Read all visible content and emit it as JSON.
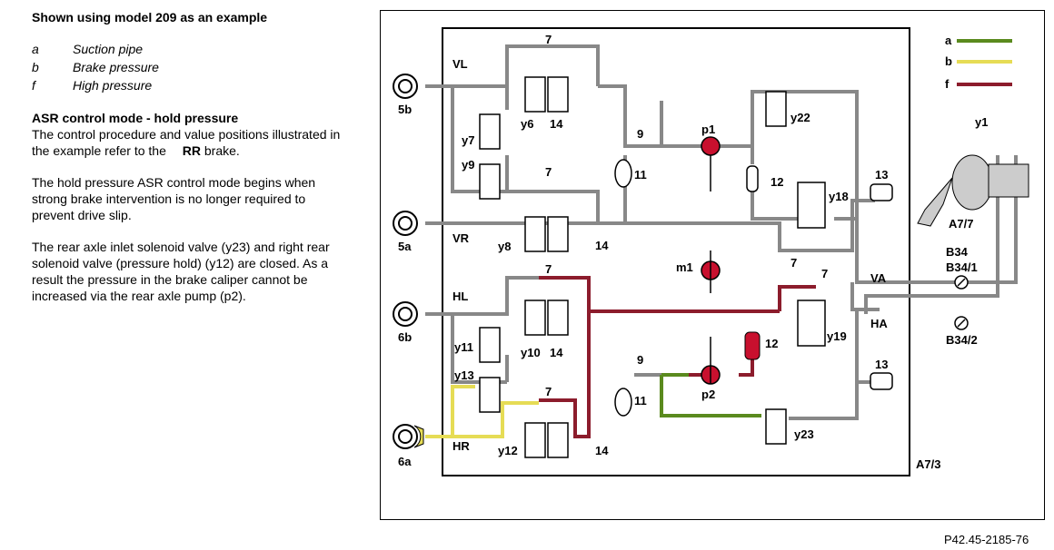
{
  "text": {
    "title": "Shown using model 209 as an example",
    "legend": [
      {
        "key": "a",
        "label": "Suction pipe"
      },
      {
        "key": "b",
        "label": "Brake pressure"
      },
      {
        "key": "f",
        "label": "High pressure"
      }
    ],
    "section_title": "ASR control mode - hold pressure",
    "para1": "The control procedure and value positions illustrated in the example refer to the",
    "para1_bold": "RR",
    "para1_end": "brake.",
    "para2": "The hold pressure ASR control mode begins when strong brake intervention is no longer required to prevent drive slip.",
    "para3": "The rear axle inlet solenoid valve (y23) and right rear solenoid valve (pressure hold) (y12) are closed. As a result the pressure in the brake caliper cannot be increased via the rear axle pump (p2)."
  },
  "diagram": {
    "legend_keys": [
      "a",
      "b",
      "f"
    ],
    "legend_colors": {
      "a": "#5a8a1e",
      "b": "#e6dc55",
      "f": "#8c1c2c"
    },
    "labels": {
      "vl": "VL",
      "vr": "VR",
      "hl": "HL",
      "hr": "HR",
      "va": "VA",
      "ha": "HA",
      "w5b": "5b",
      "w5a": "5a",
      "w6b": "6b",
      "w6a": "6a",
      "y1": "y1",
      "y6": "y6",
      "y7": "y7",
      "y8": "y8",
      "y9": "y9",
      "y10": "y10",
      "y11": "y11",
      "y12": "y12",
      "y13": "y13",
      "y18": "y18",
      "y19": "y19",
      "y22": "y22",
      "y23": "y23",
      "p1": "p1",
      "p2": "p2",
      "m1": "m1",
      "n7a": "7",
      "n7b": "7",
      "n7c": "7",
      "n7d": "7",
      "n7e": "7",
      "n7f": "7",
      "n9a": "9",
      "n9b": "9",
      "n11a": "11",
      "n11b": "11",
      "n12a": "12",
      "n12b": "12",
      "n13a": "13",
      "n13b": "13",
      "n14a": "14",
      "n14b": "14",
      "n14c": "14",
      "n14d": "14",
      "a77": "A7/7",
      "a73": "A7/3",
      "b34": "B34",
      "b341": "B34/1",
      "b342": "B34/2"
    }
  },
  "figure_ref": "P42.45-2185-76"
}
